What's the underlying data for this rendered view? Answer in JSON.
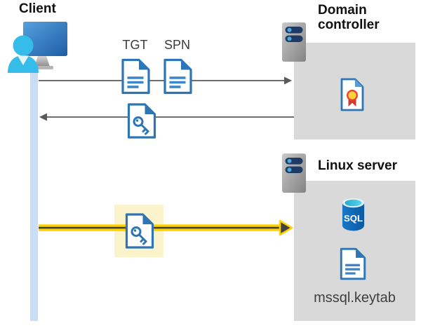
{
  "diagram": {
    "client": {
      "label": "Client"
    },
    "flow": {
      "tgt_label": "TGT",
      "spn_label": "SPN"
    },
    "domain_controller": {
      "label": "Domain controller"
    },
    "linux_server": {
      "label": "Linux server",
      "sql_badge": "SQL",
      "keytab_label": "mssql.keytab"
    }
  },
  "colors": {
    "panel_gray": "#d9d9d9",
    "lifeline_blue": "#c8def7",
    "arrow_gray": "#58595b",
    "document_blue": "#2e75b6",
    "document_line_blue": "#3d85c8",
    "highlight_yellow": "#faf3cb",
    "arrow_yellow": "#ffd103",
    "arrowhead_dark": "#414042",
    "person_cyan": "#35bce8",
    "seal_yellow": "#ffd23c",
    "seal_red": "#e8432c",
    "ribbon_red": "#d13a2e",
    "sql_body_blue": "#0f63b0",
    "sql_top_cyan": "#3ec6e0",
    "server_pill_navy": "#1f3b63",
    "server_dot_blue": "#4ba6dd"
  }
}
